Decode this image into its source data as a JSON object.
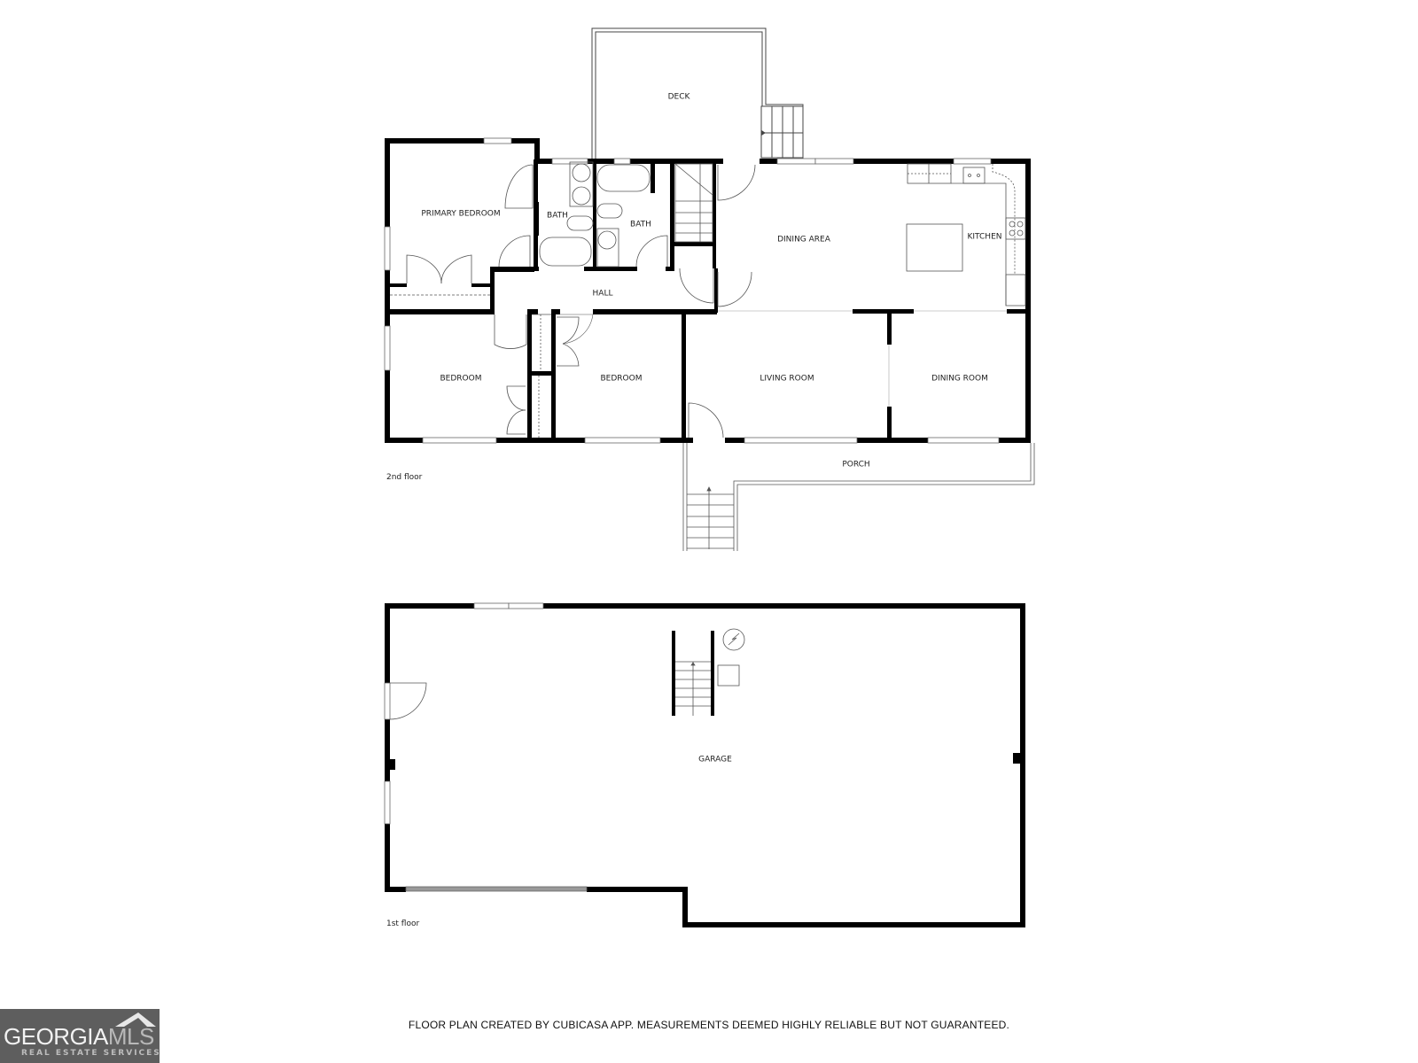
{
  "floor_plan": {
    "floors": [
      {
        "label": "2nd floor",
        "rooms": [
          {
            "name": "DECK"
          },
          {
            "name": "PRIMARY BEDROOM"
          },
          {
            "name": "BATH"
          },
          {
            "name": "BATH"
          },
          {
            "name": "DINING AREA"
          },
          {
            "name": "KITCHEN"
          },
          {
            "name": "HALL"
          },
          {
            "name": "BEDROOM"
          },
          {
            "name": "BEDROOM"
          },
          {
            "name": "LIVING ROOM"
          },
          {
            "name": "DINING ROOM"
          },
          {
            "name": "PORCH"
          }
        ]
      },
      {
        "label": "1st floor",
        "rooms": [
          {
            "name": "GARAGE"
          }
        ]
      }
    ],
    "disclaimer": "FLOOR PLAN CREATED BY CUBICASA APP. MEASUREMENTS DEEMED HIGHLY RELIABLE BUT NOT GUARANTEED."
  },
  "logo": {
    "brand_main": "GEORGIA",
    "brand_accent": "MLS",
    "tagline": "REAL ESTATE SERVICES"
  },
  "colors": {
    "wall": "#000000",
    "fixture_line": "#555555",
    "logo_bg": "#5e5e5e"
  }
}
